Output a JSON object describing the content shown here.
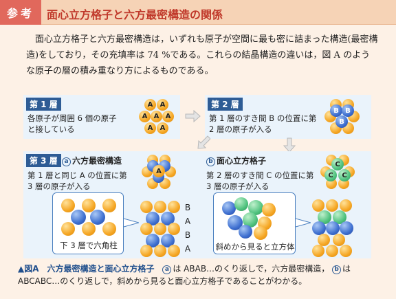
{
  "header": {
    "tag": "参考",
    "title": "面心立方格子と六方最密構造の関係"
  },
  "intro": "面心立方格子と六方最密構造は，いずれも原子が空間に最も密に詰まった構造(最密構造)をしており，その充填率は 74 %である。これらの結晶構造の違いは，図 A のような原子の層の積み重なり方によるものである。",
  "layer1": {
    "tag": "第 1 層",
    "text": "各原子が周囲 6 個の原子と接している",
    "atom_label": "A"
  },
  "layer2": {
    "tag": "第 2 層",
    "text": "第 1 層のすき間 B の位置に第 2 層の原子が入る",
    "atom_label": "B"
  },
  "layer3": {
    "tag": "第 3 層",
    "hcp": {
      "marker": "a",
      "title": "六方最密構造",
      "text": "第 1 層と同じ A の位置に第 3 層の原子が入る",
      "atom_label": "A",
      "callout": "下 3 層で六角柱",
      "stack": [
        "B",
        "A",
        "B",
        "A"
      ]
    },
    "fcc": {
      "marker": "b",
      "title": "面心立方格子",
      "text": "第 2 層のすき間 C の位置に第 3 層の原子が入る",
      "atom_label": "C",
      "callout": "斜めから見ると立方体"
    }
  },
  "caption": {
    "fig": "▲図A　六方最密構造と面心立方格子",
    "marker_a": "a",
    "text_a": "は ABAB…のくり返しで，六方最密構造，",
    "marker_b": "b",
    "text_b": "は ABCABC…のくり返しで，斜めから見ると面心立方格子であることがわかる。"
  },
  "colors": {
    "layerA": "#f5a623",
    "layerB": "#3e6fd0",
    "layerC": "#4fc27e",
    "tag_blue": "#2e5c95",
    "header_red": "#e1685c"
  }
}
